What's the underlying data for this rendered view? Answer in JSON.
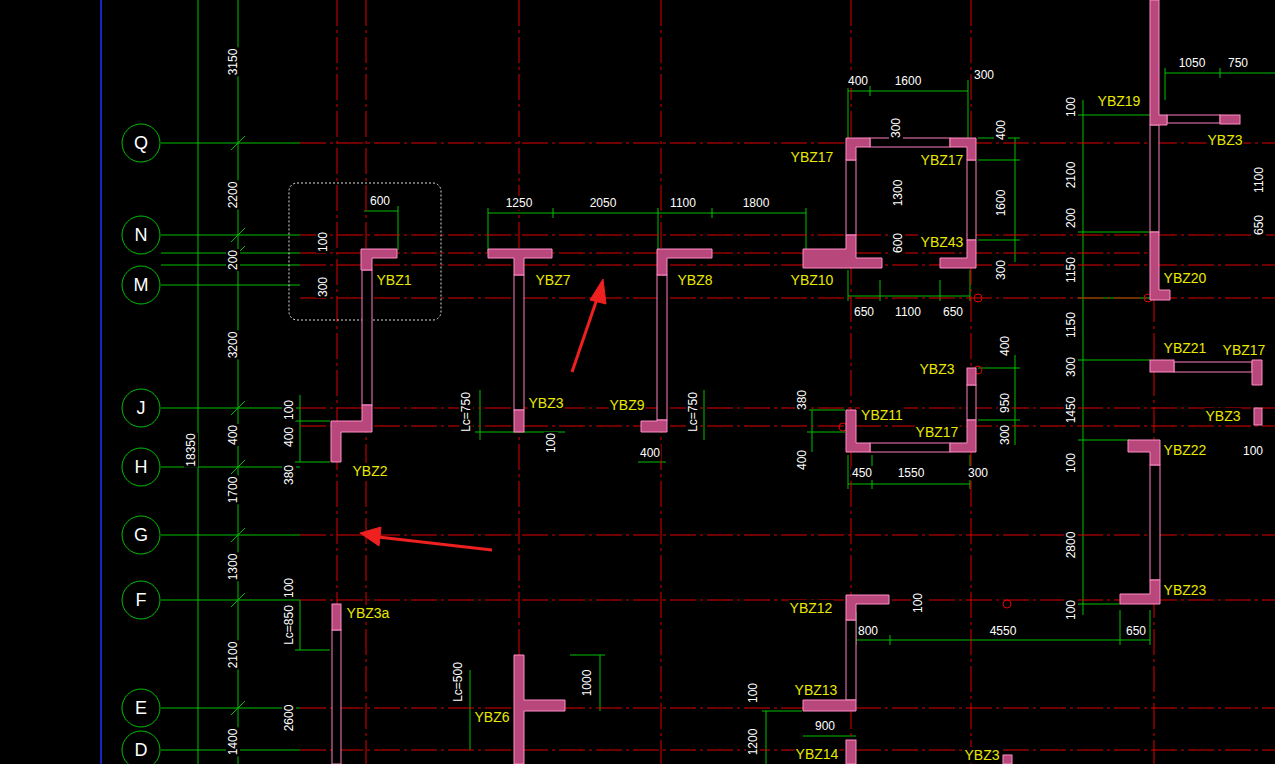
{
  "diagram": {
    "nodes": [
      {
        "text": [
          "Q"
        ]
      },
      {
        "text": [
          "N"
        ]
      },
      {
        "text": [
          "M"
        ]
      },
      {
        "text": [
          "J"
        ]
      },
      {
        "text": [
          "H"
        ]
      },
      {
        "text": [
          "G"
        ]
      },
      {
        "text": [
          "F"
        ]
      },
      {
        "text": [
          "E"
        ]
      },
      {
        "text": [
          "D"
        ]
      }
    ],
    "labels": [
      "3150",
      "2200",
      "200",
      "3200",
      "400",
      "1700",
      "1300",
      "2100",
      "1400",
      "18350",
      "100",
      "400",
      "380",
      "100",
      "Lc=850",
      "2600",
      "600",
      "100",
      "300",
      "YBZ1",
      "1250",
      "2050",
      "1100",
      "1800",
      "YBZ7",
      "YBZ8",
      "YBZ10",
      "Lc=750",
      "YBZ3",
      "100",
      "YBZ9",
      "Lc=750",
      "400",
      "YBZ2",
      "400",
      "1600",
      "300",
      "YBZ17",
      "300",
      "YBZ17",
      "400",
      "1300",
      "1600",
      "600",
      "YBZ43",
      "300",
      "650",
      "1100",
      "650",
      "YBZ3",
      "400",
      "950",
      "380",
      "YBZ11",
      "YBZ17",
      "300",
      "400",
      "450",
      "1550",
      "300",
      "YBZ12",
      "100",
      "800",
      "4550",
      "650",
      "YBZ13",
      "100",
      "900",
      "1200",
      "YBZ14",
      "YBZ3a",
      "Lc=500",
      "YBZ6",
      "1000",
      "1050",
      "750",
      "YBZ19",
      "100",
      "YBZ3",
      "2100",
      "1100",
      "200",
      "650",
      "1150",
      "YBZ20",
      "1150",
      "300",
      "YBZ21",
      "YBZ17",
      "1450",
      "YBZ3",
      "100",
      "YBZ22",
      "100",
      "2800",
      "100",
      "YBZ23",
      "YBZ3"
    ]
  }
}
